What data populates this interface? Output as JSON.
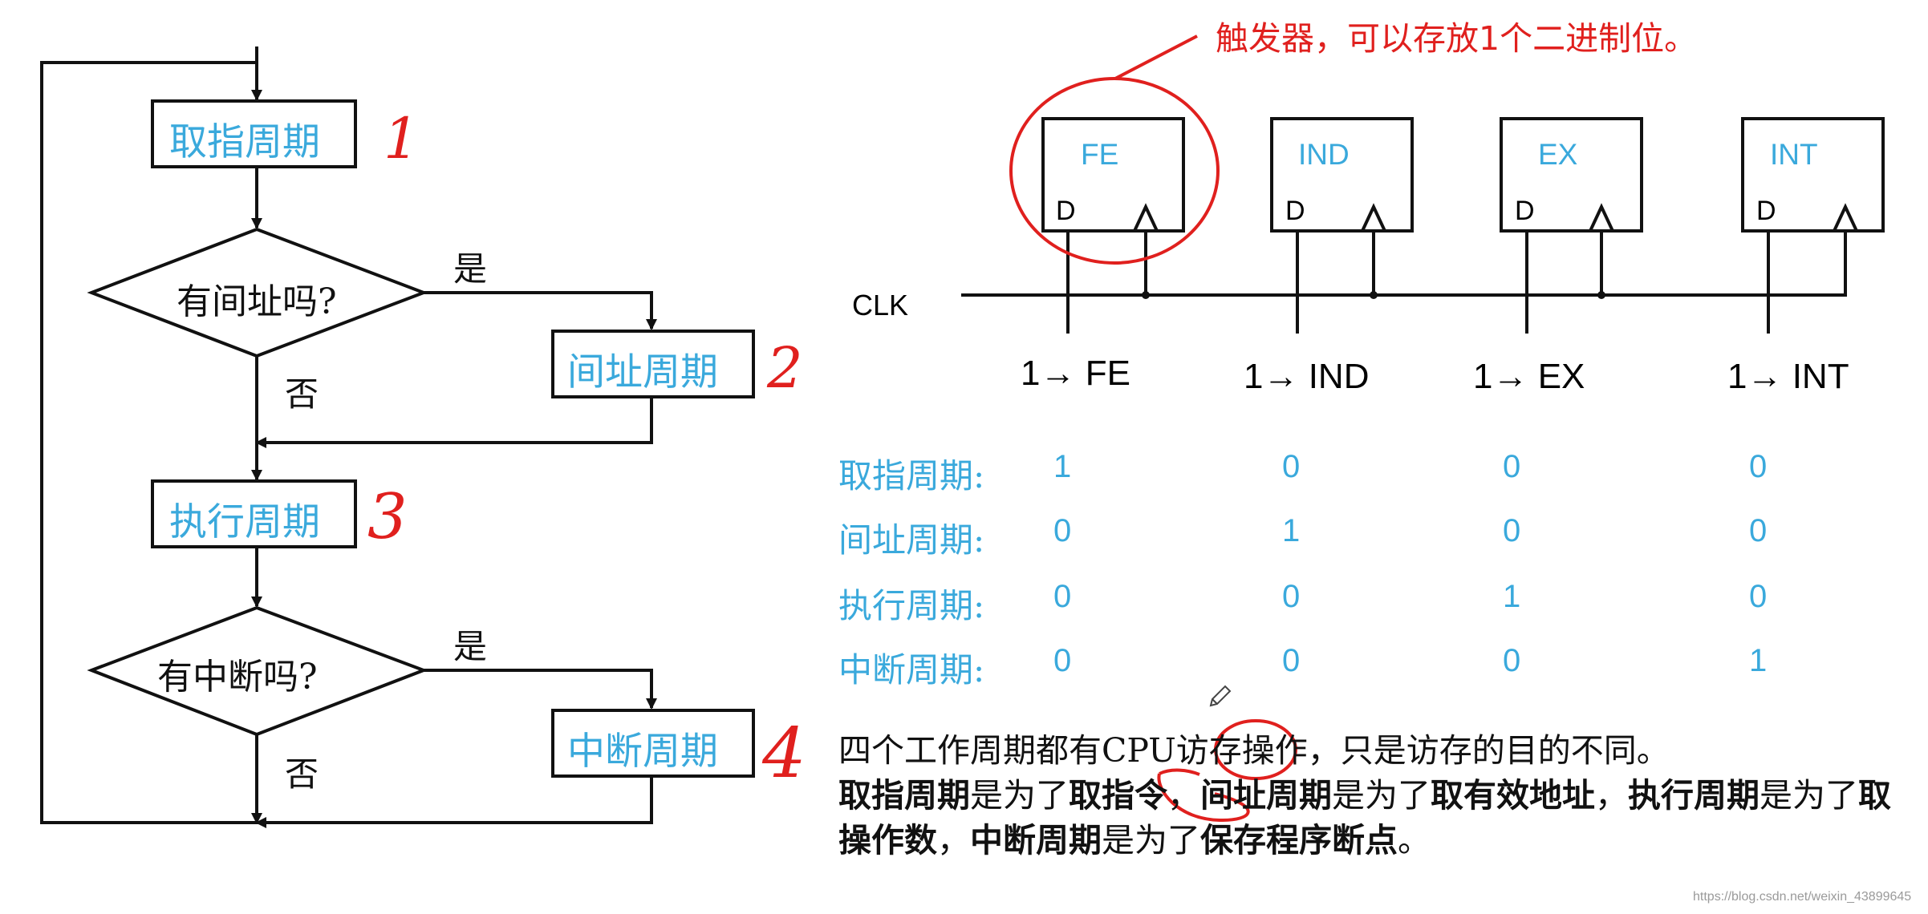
{
  "flowchart": {
    "fetch_cycle": "取指周期",
    "indirect_question": "有间址吗?",
    "indirect_cycle": "间址周期",
    "execute_cycle": "执行周期",
    "interrupt_question": "有中断吗?",
    "interrupt_cycle": "中断周期",
    "yes_label": "是",
    "no_label": "否",
    "step_numbers": [
      "1",
      "2",
      "3",
      "4"
    ]
  },
  "flipflops": {
    "callout": "触发器，可以存放1个二进制位。",
    "clock_label": "CLK",
    "d_label": "D",
    "items": [
      {
        "name": "FE",
        "assign": "1→ FE"
      },
      {
        "name": "IND",
        "assign": "1→ IND"
      },
      {
        "name": "EX",
        "assign": "1→ EX"
      },
      {
        "name": "INT",
        "assign": "1→ INT"
      }
    ]
  },
  "state_table": {
    "rows": [
      {
        "label": "取指周期:",
        "values": [
          "1",
          "0",
          "0",
          "0"
        ]
      },
      {
        "label": "间址周期:",
        "values": [
          "0",
          "1",
          "0",
          "0"
        ]
      },
      {
        "label": "执行周期:",
        "values": [
          "0",
          "0",
          "1",
          "0"
        ]
      },
      {
        "label": "中断周期:",
        "values": [
          "0",
          "0",
          "0",
          "1"
        ]
      }
    ]
  },
  "explanation": {
    "line1_a": "四个工作周期都有CPU",
    "line1_b": "访存",
    "line1_c": "操作，只是访存的目的不同。",
    "p1": "取指周期",
    "p2": "是为了",
    "p3": "取指令",
    "p4": "，",
    "p5": "间址周期",
    "p6": "是为了",
    "p7": "取有效地址",
    "p8": "，",
    "p9": "执行周期",
    "p10": "是为了",
    "p11": "取操作数",
    "p12": "，",
    "p13": "中断周期",
    "p14": "是为了",
    "p15": "保存程序断点",
    "p16": "。"
  },
  "watermark": "https://blog.csdn.net/weixin_43899645",
  "colors": {
    "label_blue": "#3aa9dc",
    "annotation_red": "#e0201e",
    "line": "#111111"
  }
}
